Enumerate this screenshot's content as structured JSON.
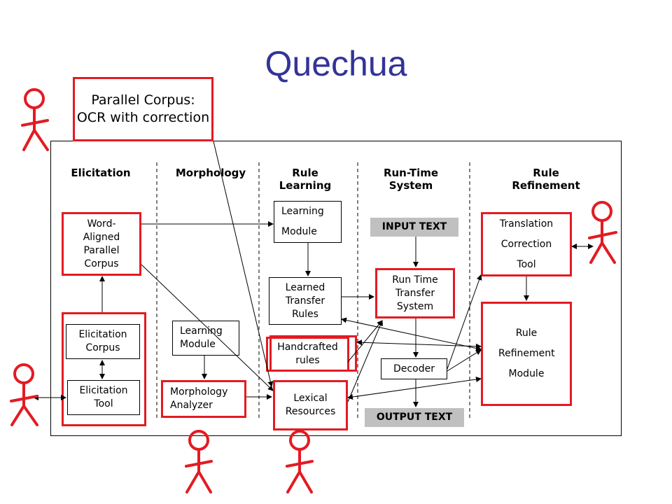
{
  "title": "Quechua",
  "parallel_corpus": "Parallel Corpus: OCR with correction",
  "columns": {
    "elicitation": "Elicitation",
    "morphology": "Morphology",
    "rule_learning": "Rule Learning",
    "runtime": "Run-Time System",
    "rule_refinement": "Rule Refinement"
  },
  "boxes": {
    "word_aligned": "Word-Aligned Parallel Corpus",
    "elicitation_corpus": "Elicitation Corpus",
    "elicitation_tool": "Elicitation Tool",
    "learning_module_morph": "Learning Module",
    "morphology_analyzer": "Morphology Analyzer",
    "learning_module": "Learning Module",
    "learned_rules": "Learned Transfer Rules",
    "handcrafted": "Handcrafted rules",
    "lexical": "Lexical Resources",
    "input_text": "INPUT TEXT",
    "runtime_system": "Run Time Transfer System",
    "decoder": "Decoder",
    "output_text": "OUTPUT TEXT",
    "translation_tool": "Translation Correction Tool",
    "refinement_module": "Rule Refinement Module"
  },
  "colors": {
    "title": "#333399",
    "red": "#e31b23",
    "gray": "#c0c0c0"
  }
}
